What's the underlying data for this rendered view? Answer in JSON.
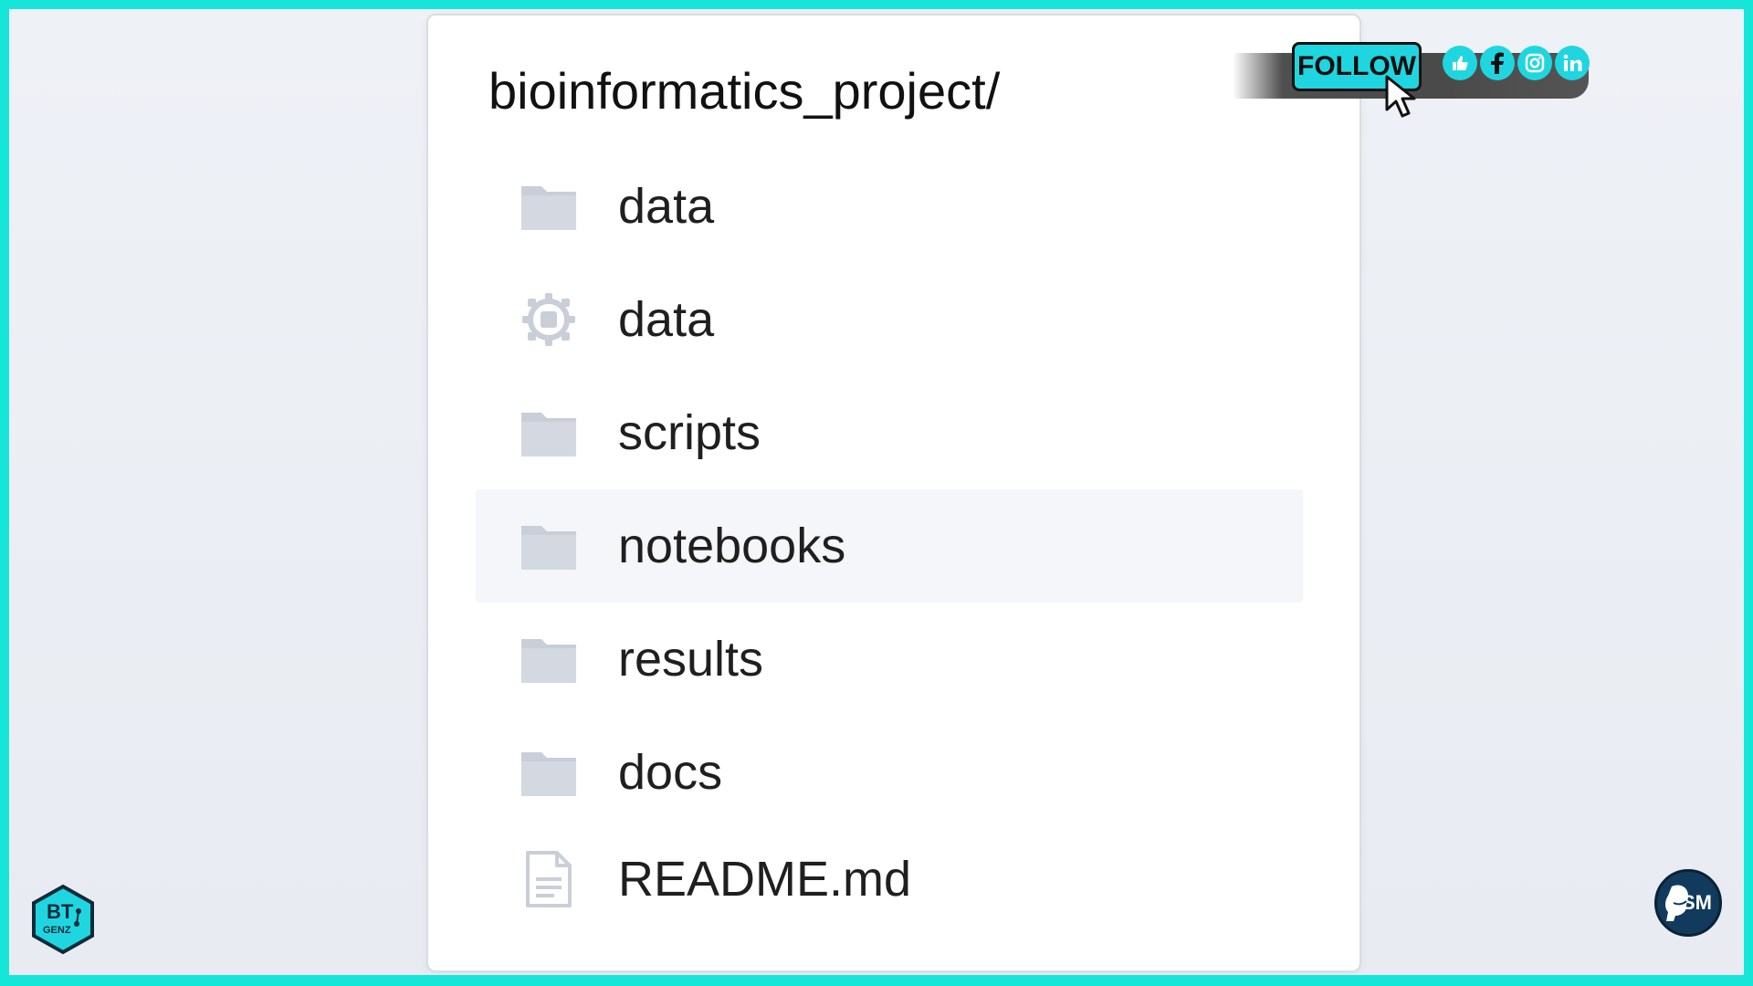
{
  "explorer": {
    "title": "bioinformatics_project/",
    "items": [
      {
        "label": "data",
        "icon": "folder-icon"
      },
      {
        "label": "data",
        "icon": "gear-icon"
      },
      {
        "label": "scripts",
        "icon": "folder-icon"
      },
      {
        "label": "notebooks",
        "icon": "folder-icon",
        "selected": true
      },
      {
        "label": "results",
        "icon": "folder-icon"
      },
      {
        "label": "docs",
        "icon": "folder-icon"
      },
      {
        "label": "README.md",
        "icon": "document-icon"
      }
    ]
  },
  "overlay": {
    "follow_label": "FOLLOW",
    "socials": [
      "like-icon",
      "facebook-icon",
      "instagram-icon",
      "linkedin-icon"
    ],
    "channel_logo_text": "BT GENZ",
    "creator_logo_text": "SM"
  },
  "colors": {
    "frame": "#16e6d8",
    "folder": "#c9ced8",
    "selected_row": "#f4f6fa",
    "accent": "#1fd6e0"
  }
}
